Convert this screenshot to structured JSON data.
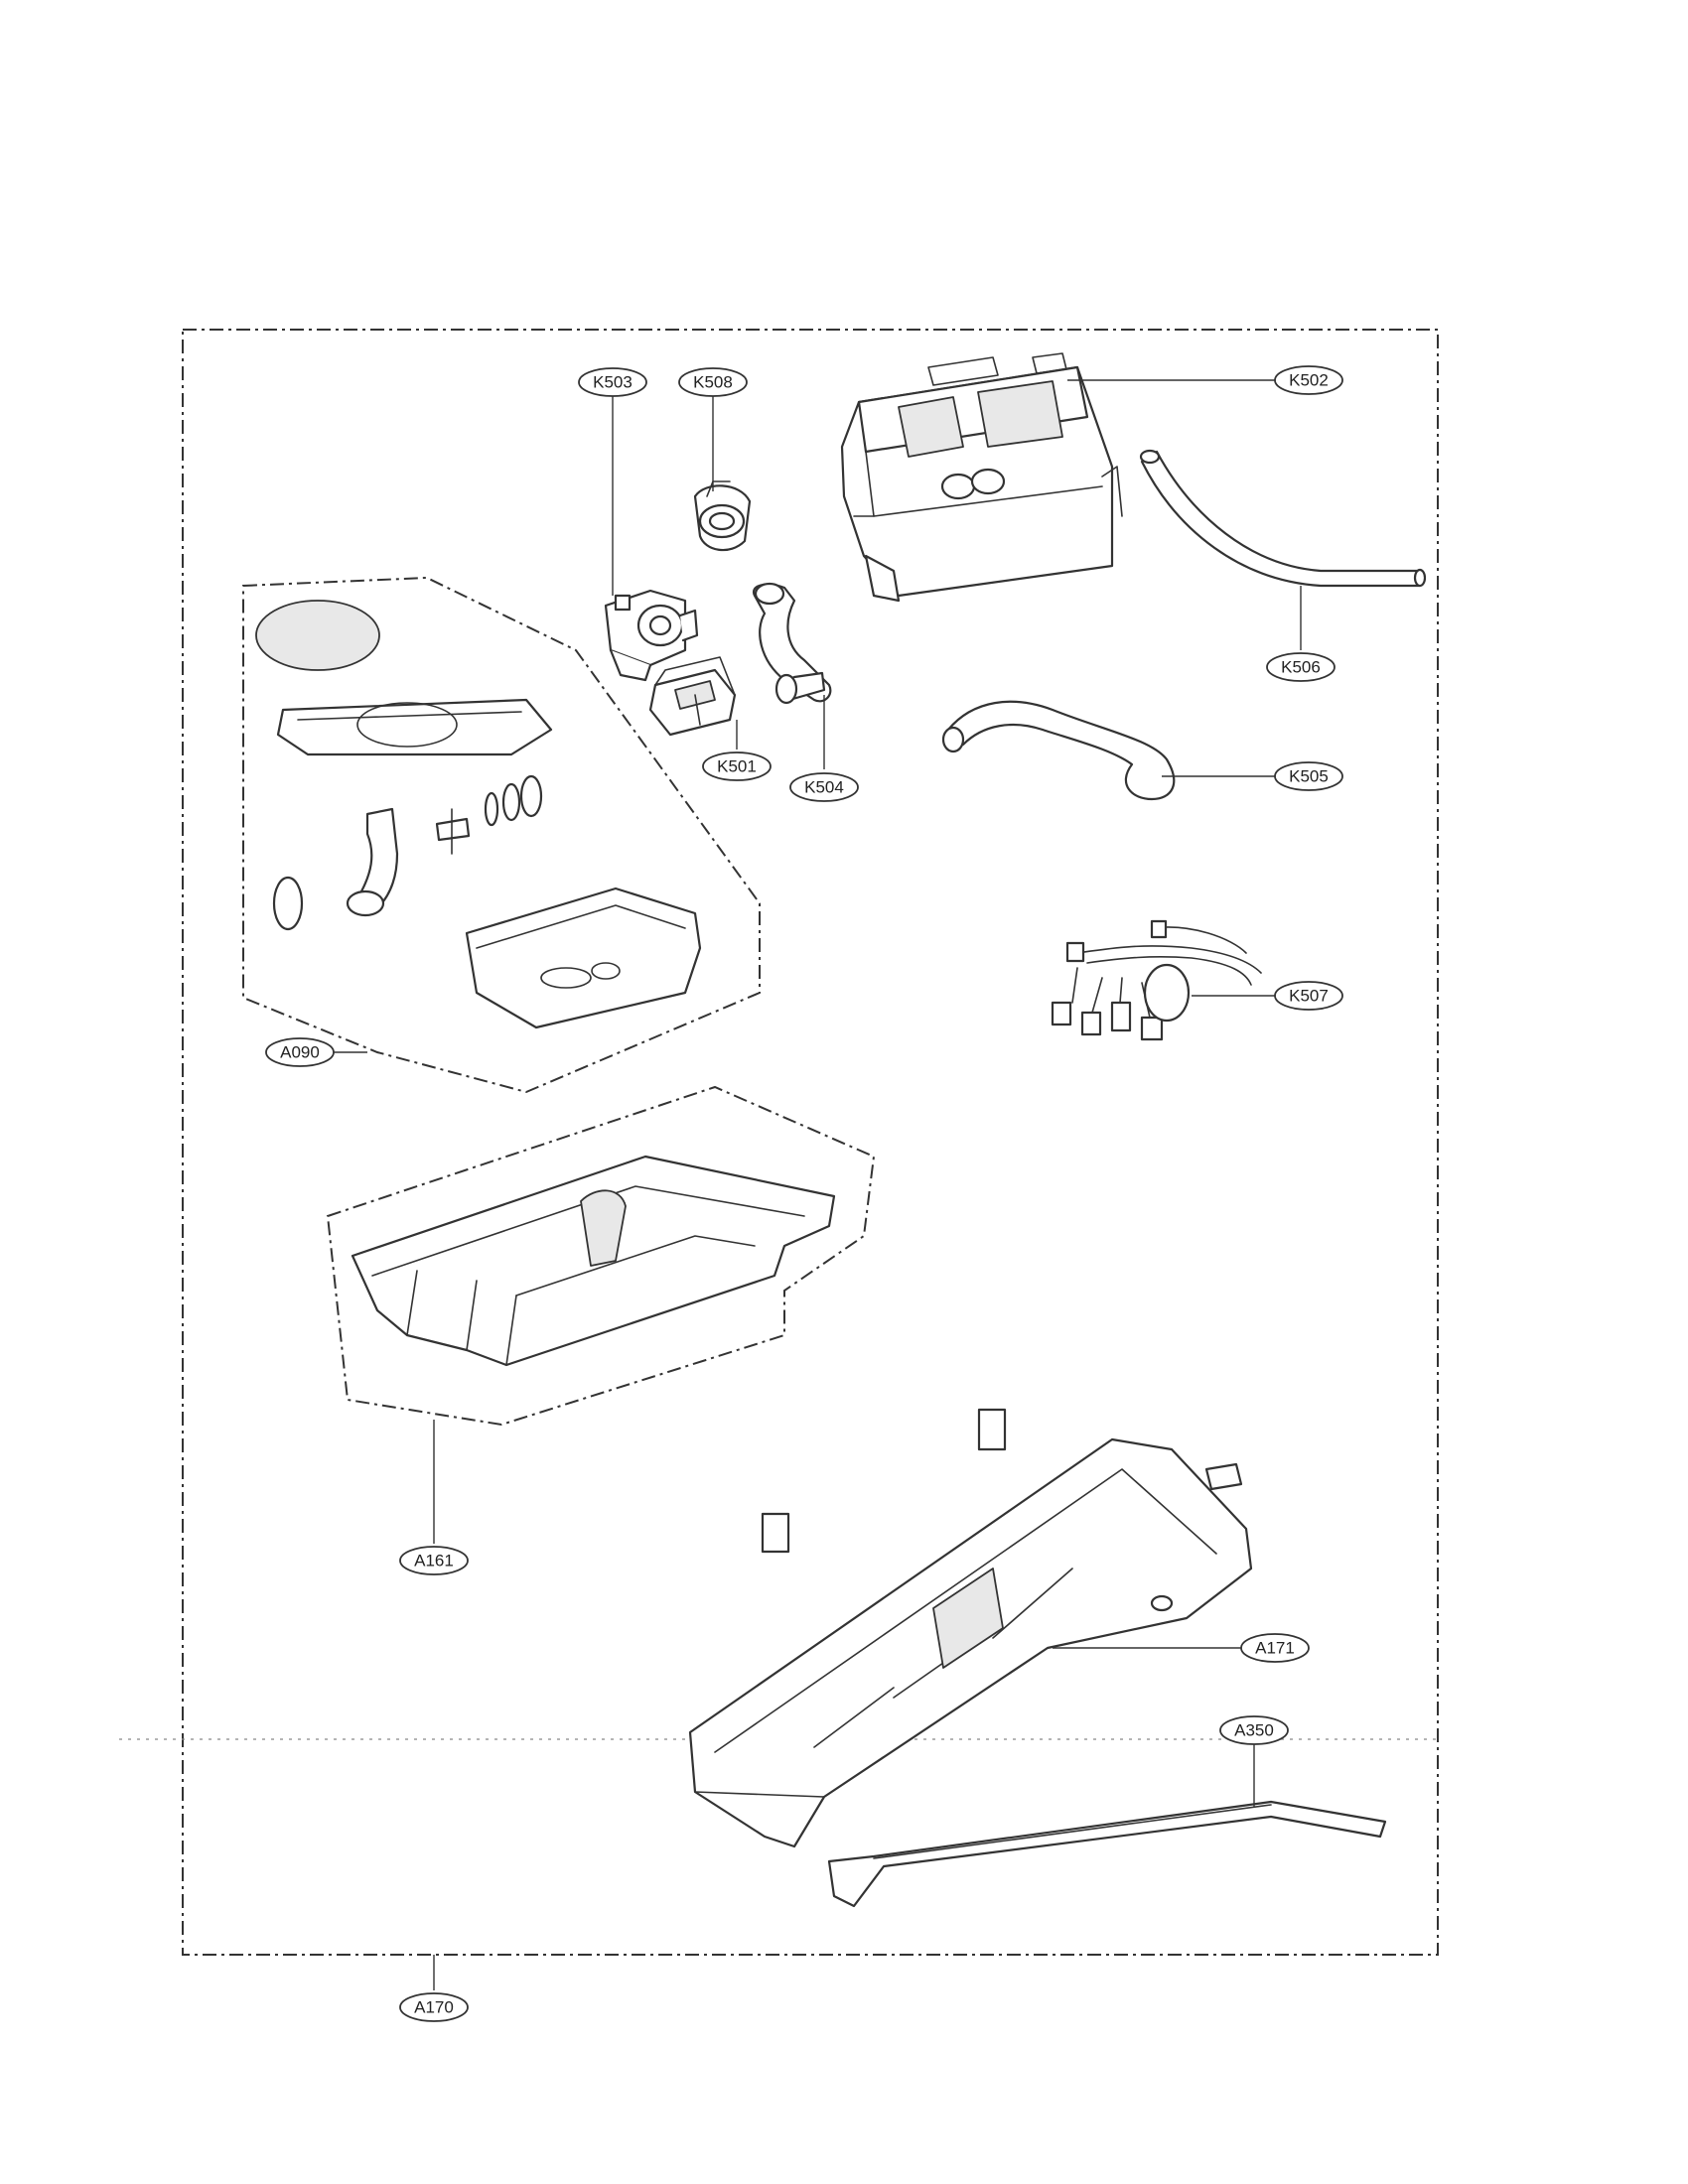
{
  "callouts": {
    "k503": "K503",
    "k508": "K508",
    "k502": "K502",
    "k506": "K506",
    "k501": "K501",
    "k504": "K504",
    "k505": "K505",
    "k507": "K507",
    "a090": "A090",
    "a161": "A161",
    "a171": "A171",
    "a350": "A350",
    "a170": "A170"
  }
}
